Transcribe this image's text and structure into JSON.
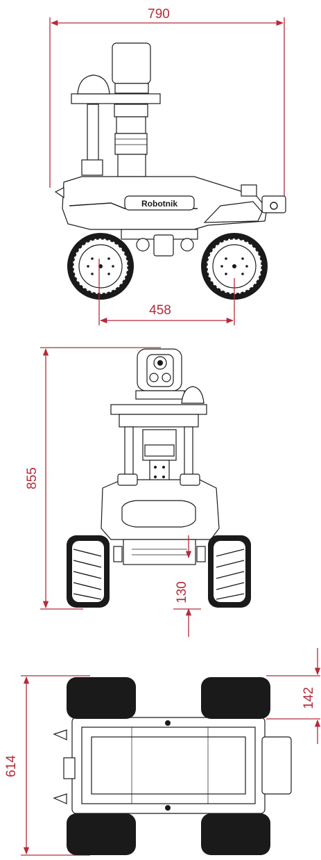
{
  "dimensions": {
    "side_length": "790",
    "side_wheelbase": "458",
    "front_height": "855",
    "front_clearance": "130",
    "top_width": "614",
    "top_wheel_width": "142"
  },
  "logo": "Robotnik",
  "colors": {
    "dimension": "#b52a3a",
    "line": "#1a1a1a",
    "background": "#ffffff"
  }
}
